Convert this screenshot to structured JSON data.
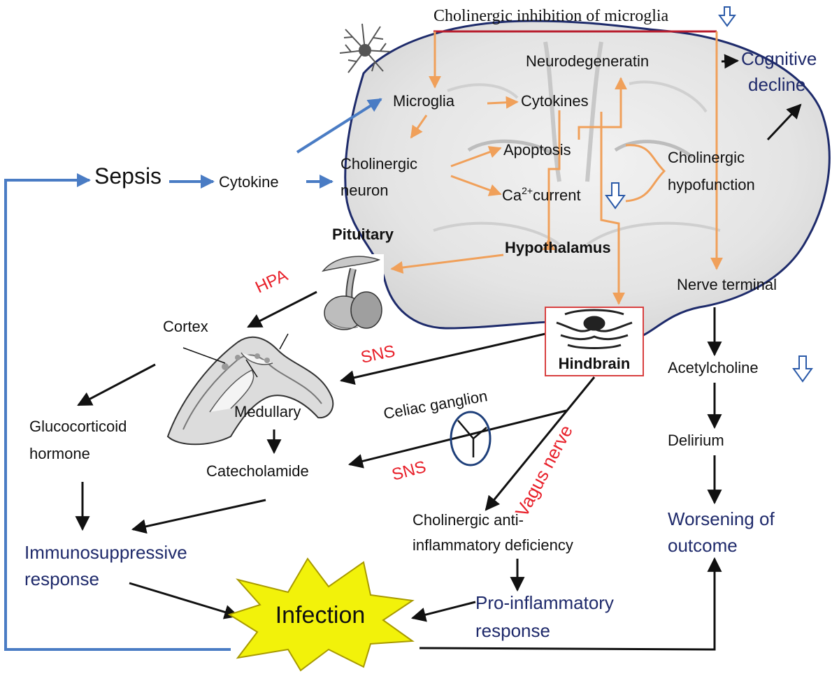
{
  "colors": {
    "orange": "#f0a05a",
    "blue_arrow": "#4a7cc4",
    "black_arrow": "#111111",
    "red_text": "#e8202a",
    "dark_blue_text": "#1f2a6b",
    "burst_fill": "#f2f20a",
    "inhibition_line": "#b81c2c"
  },
  "labels": {
    "top_title": "Cholinergic inhibition of microglia",
    "microglia": "Microglia",
    "cytokines": "Cytokines",
    "neurodegeneratin": "Neurodegeneratin",
    "cognitive_decline_1": "Cognitive",
    "cognitive_decline_2": "decline",
    "sepsis": "Sepsis",
    "cytokine": "Cytokine",
    "cholinergic_neuron_1": "Cholinergic",
    "cholinergic_neuron_2": "neuron",
    "apoptosis": "Apoptosis",
    "ca_current_base": "Ca",
    "ca_current_sup": "2+",
    "ca_current_rest": "current",
    "cholinergic_hypofunction_1": "Cholinergic",
    "cholinergic_hypofunction_2": "hypofunction",
    "pituitary": "Pituitary",
    "hypothalamus": "Hypothalamus",
    "hpa": "HPA",
    "nerve_terminal": "Nerve terminal",
    "cortex": "Cortex",
    "sns_upper": "SNS",
    "hindbrain": "Hindbrain",
    "acetylcholine": "Acetylcholine",
    "celiac_ganglion": "Celiac ganglion",
    "vagus_nerve": "Vagus nerve",
    "glucocorticoid_1": "Glucocorticoid",
    "glucocorticoid_2": "hormone",
    "medullary": "Medullary",
    "delirium": "Delirium",
    "catecholamide": "Catecholamide",
    "sns_lower": "SNS",
    "cholinergic_anti_1": "Cholinergic anti-",
    "cholinergic_anti_2": "inflammatory deficiency",
    "worsening_1": "Worsening of",
    "worsening_2": "outcome",
    "immunosuppressive_1": "Immunosuppressive",
    "immunosuppressive_2": "response",
    "pro_inflammatory_1": "Pro-inflammatory",
    "pro_inflammatory_2": "response",
    "infection": "Infection"
  },
  "icons": {
    "microglia": "microglia-cell-icon",
    "pituitary": "pituitary-gland-icon",
    "adrenal": "adrenal-gland-icon",
    "hindbrain": "hindbrain-section-icon",
    "ganglion": "celiac-ganglion-icon",
    "decrease": "down-outline-arrow-icon",
    "brain": "brain-coronal-section-image"
  }
}
